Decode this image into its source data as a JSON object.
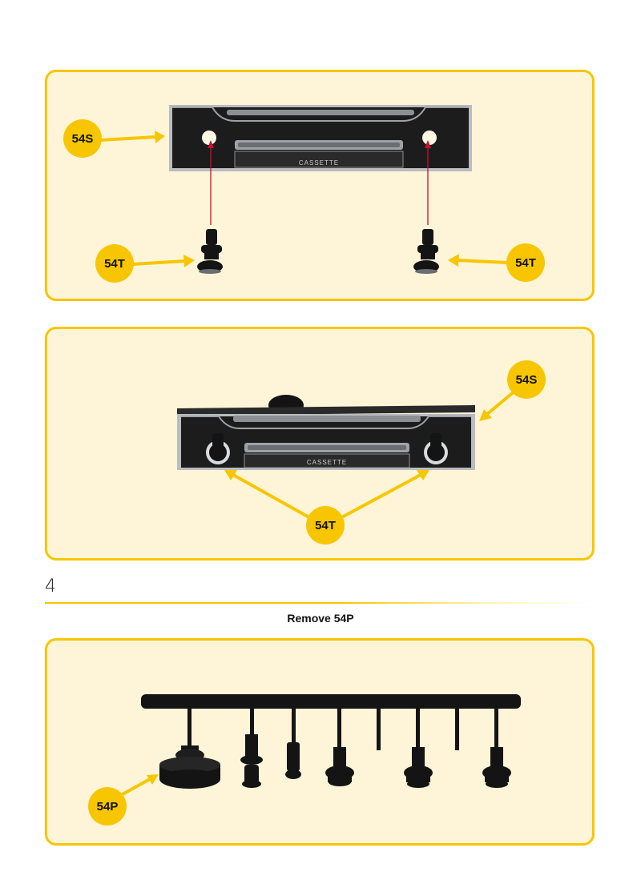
{
  "panel1": {
    "callout_left_top": "54S",
    "callout_left_bottom": "54T",
    "callout_right_bottom": "54T",
    "cassette_label": "CASSETTE"
  },
  "panel2": {
    "callout_top_right": "54S",
    "callout_bottom": "54T",
    "cassette_label": "CASSETTE"
  },
  "step": {
    "number": "4",
    "instruction": "Remove 54P"
  },
  "panel3": {
    "callout": "54P"
  },
  "colors": {
    "accent": "#f7c600",
    "panel_bg": "#fef5d8",
    "part_black": "#141414",
    "frame_silver": "#b9bcc0",
    "arrow_red": "#c8102e"
  },
  "icons": [
    "radio-faceplate",
    "knob-part",
    "sprue-frame"
  ]
}
